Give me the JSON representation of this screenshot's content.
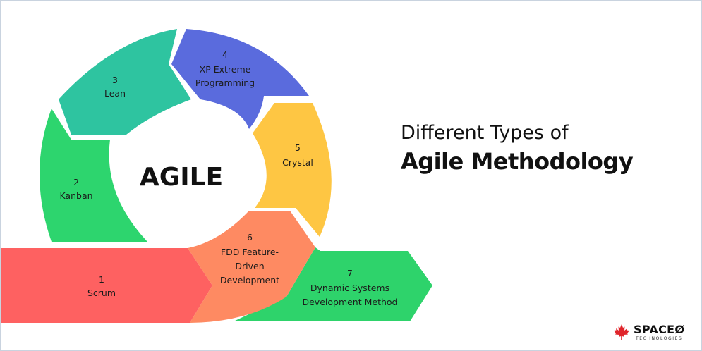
{
  "diagram": {
    "center_label": "AGILE",
    "segments": [
      {
        "number": "1",
        "lines": [
          "Scrum"
        ],
        "color": "#fe6161"
      },
      {
        "number": "2",
        "lines": [
          "Kanban"
        ],
        "color": "#2dd56e"
      },
      {
        "number": "3",
        "lines": [
          "Lean"
        ],
        "color": "#2ec4a0"
      },
      {
        "number": "4",
        "lines": [
          "XP Extreme",
          "Programming"
        ],
        "color": "#5a6bdd"
      },
      {
        "number": "5",
        "lines": [
          "Crystal"
        ],
        "color": "#fec643"
      },
      {
        "number": "6",
        "lines": [
          "FDD Feature-",
          "Driven",
          "Development"
        ],
        "color": "#fe8a62"
      },
      {
        "number": "7",
        "lines": [
          "Dynamic Systems",
          "Development Method"
        ],
        "color": "#2ed36b"
      }
    ]
  },
  "heading": {
    "subtitle": "Different Types of",
    "title": "Agile Methodology"
  },
  "logo": {
    "name": "SPACEØ",
    "sub": "TECHNOLOGIES",
    "icon": "maple-leaf-icon",
    "icon_color": "#e0242a"
  }
}
